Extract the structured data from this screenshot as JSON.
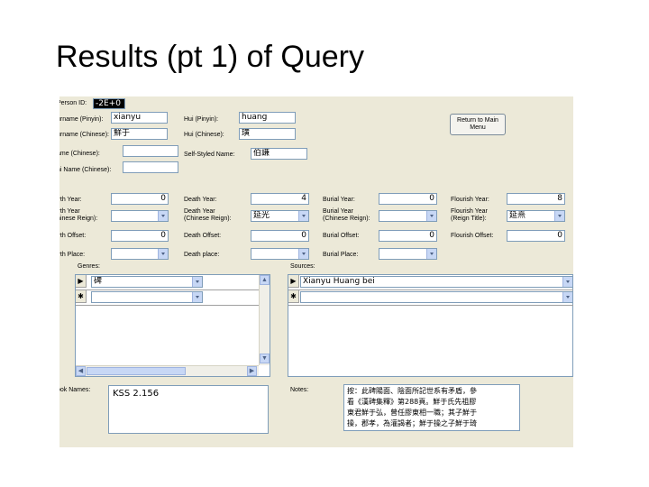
{
  "slide": {
    "title": "Results (pt 1) of Query"
  },
  "person_id": {
    "label": "Person ID:",
    "value": "-2E+0"
  },
  "surname_pinyin": {
    "label": "urname (Pinyin):",
    "value": "xianyu"
  },
  "surname_chinese": {
    "label": "urname (Chinese):",
    "value": "鮮于"
  },
  "name_chinese": {
    "label": "ame (Chinese):",
    "value": ""
  },
  "zhi_name_chinese": {
    "label": "hi Name (Chinese):",
    "value": ""
  },
  "hui_pinyin": {
    "label": "Hui (Pinyin):",
    "value": "huang"
  },
  "hui_chinese": {
    "label": "Hui (Chinese):",
    "value": "璜"
  },
  "self_styled_name": {
    "label": "Self-Styled Name:",
    "value": "伯謙"
  },
  "return_button": {
    "line1": "Return to Main",
    "line2": "Menu"
  },
  "birth": {
    "year_label": "irth Year:",
    "year": "0",
    "reign_label_1": "irth Year",
    "reign_label_2": "hinese Reign):",
    "reign": "",
    "offset_label": "irth Offset:",
    "offset": "0",
    "place_label": "irth Place:",
    "place": ""
  },
  "death": {
    "year_label": "Death Year:",
    "year": "4",
    "reign_label_1": "Death Year",
    "reign_label_2": "(Chinese Reign):",
    "reign": "延光",
    "offset_label": "Death Offset:",
    "offset": "0",
    "place_label": "Death place:",
    "place": ""
  },
  "burial": {
    "year_label": "Burial Year:",
    "year": "0",
    "reign_label_1": "Burial Year",
    "reign_label_2": "(Chinese Reign):",
    "reign": "",
    "offset_label": "Burial Offset:",
    "offset": "0",
    "place_label": "Burial Place:",
    "place": ""
  },
  "flourish": {
    "year_label": "Flourish Year:",
    "year": "8",
    "reign_label_1": "Flourish Year",
    "reign_label_2": "(Reign Title):",
    "reign": "延熹",
    "offset_label": "Flourish Offset:",
    "offset": "0"
  },
  "genres": {
    "label": "Genres:",
    "row1": "碑",
    "row2": "",
    "row1_marker": "▶",
    "row2_marker": "✱"
  },
  "sources": {
    "label": "Sources:",
    "row1": "Xianyu Huang bei",
    "row2": "",
    "row1_marker": "▶",
    "row2_marker": "✱"
  },
  "book_names": {
    "label": "ook Names:",
    "value": "KSS 2.156"
  },
  "notes": {
    "label": "Notes:",
    "lines": [
      "按：此碑陽面、陰面所記世系有矛盾，參",
      "看《漢碑集釋》第288頁。鮮于氏先祖膠",
      "東君鮮于弘，曾任膠東相一職；其子鮮于",
      "操，郡孝，為灌謁者；鮮于操之子鮮于琦"
    ]
  },
  "colors": {
    "form_bg": "#ece9d8",
    "field_border": "#7f9db9",
    "dropdown_button": "#c7d7f5"
  }
}
